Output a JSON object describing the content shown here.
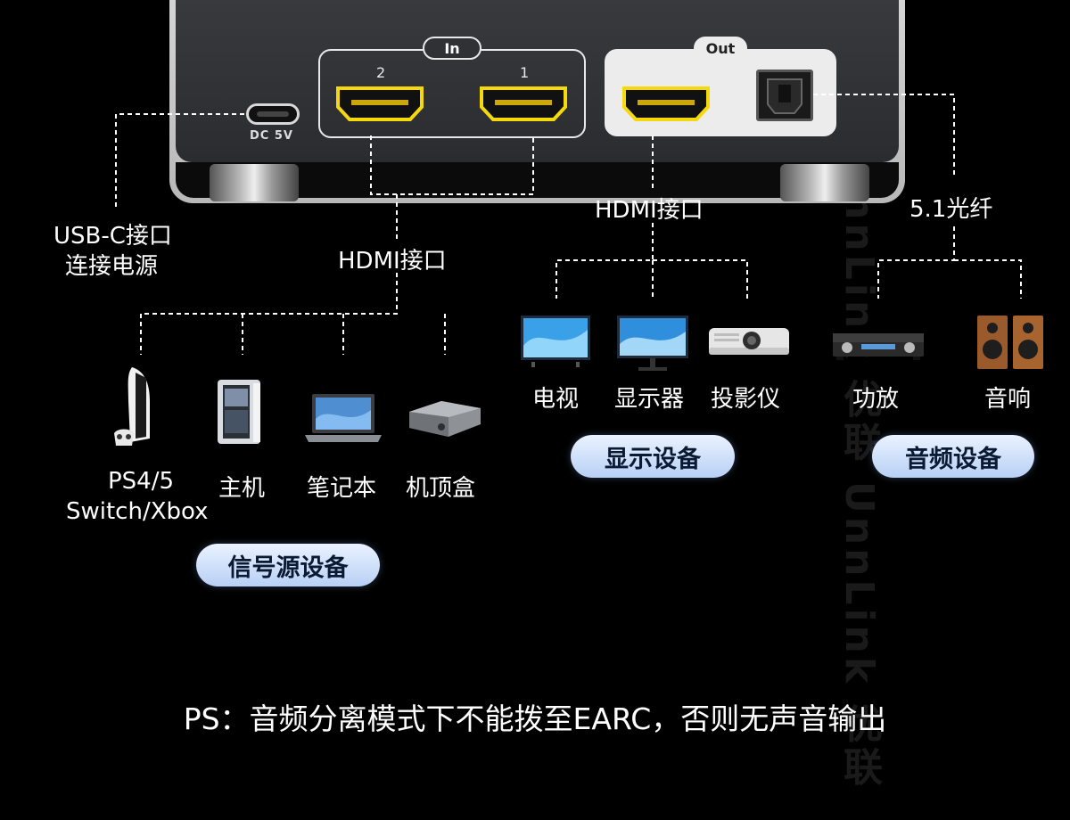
{
  "device": {
    "in_tag": "In",
    "out_tag": "Out",
    "in_port_2": "2",
    "in_port_1": "1",
    "dc_label": "DC 5V"
  },
  "labels": {
    "usbc_line1": "USB-C接口",
    "usbc_line2": "连接电源",
    "hdmi_in": "HDMI接口",
    "hdmi_out": "HDMI接口",
    "optical": "5.1光纤"
  },
  "source_devices": [
    {
      "label": "PS4/5",
      "label2": "Switch/Xbox",
      "icon": "game-console-icon"
    },
    {
      "label": "主机",
      "icon": "pc-tower-icon"
    },
    {
      "label": "笔记本",
      "icon": "laptop-icon"
    },
    {
      "label": "机顶盒",
      "icon": "set-top-box-icon"
    }
  ],
  "display_devices": [
    {
      "label": "电视",
      "icon": "tv-icon"
    },
    {
      "label": "显示器",
      "icon": "monitor-icon"
    },
    {
      "label": "投影仪",
      "icon": "projector-icon"
    }
  ],
  "audio_devices": [
    {
      "label": "功放",
      "icon": "amplifier-icon"
    },
    {
      "label": "音响",
      "icon": "speakers-icon"
    }
  ],
  "groups": {
    "source": "信号源设备",
    "display": "显示设备",
    "audio": "音频设备"
  },
  "watermark": "优联 UnnLink 优联 UnnLink 优联",
  "note": "PS：音频分离模式下不能拨至EARC，否则无声音输出",
  "colors": {
    "hdmi_port": "#f5d90a",
    "pill_top": "#eaf2ff",
    "pill_bottom": "#b8d0f5",
    "background": "#000000"
  }
}
